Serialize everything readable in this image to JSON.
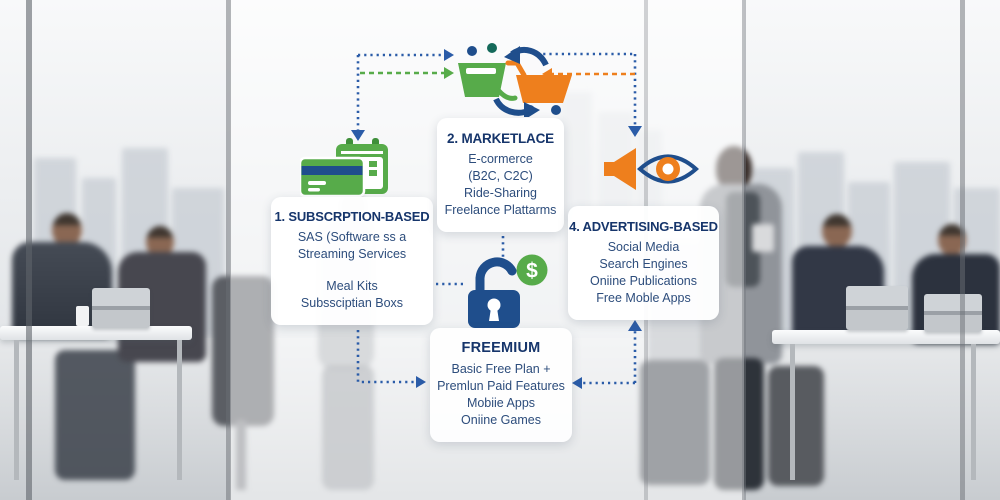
{
  "diagram": {
    "boxes": [
      {
        "id": "subscription",
        "title": "1. SUBSCRPTION-BASED",
        "lines": [
          "SAS (Software ss a",
          "Streaming Services",
          "Meal Kits",
          "Subssciptian Boxs"
        ]
      },
      {
        "id": "marketplace",
        "title": "2. MARKETLACE",
        "lines": [
          "E-cormerce",
          "(B2C, C2C)",
          "Ride-Sharing",
          "Freelance Plattarms"
        ]
      },
      {
        "id": "freemium",
        "title": "FREEMIUM",
        "lines": [
          "Basic Free Plan +",
          "Premlun Paid Features",
          "Mobiie Apps",
          "Oniine Games"
        ]
      },
      {
        "id": "advertising",
        "title": "4. ADVERTISING-BASED",
        "lines": [
          "Social Media",
          "Search Engines",
          "Oniine Publications",
          "Free Moble Apps"
        ]
      }
    ],
    "icons": {
      "exchange": [
        "shopping-basket-icon",
        "shopping-cart-icon",
        "swap-arrows-icon"
      ],
      "subscription": "credit-card-calendar-icon",
      "freemium": "lock-dollar-icon",
      "advertising": "megaphone-eye-icon",
      "dollar_sign": "$"
    },
    "colors": {
      "navy_text": "#16356b",
      "connector_blue": "#2b5ca8",
      "green": "#57ab4a",
      "orange": "#ee7f1d"
    }
  },
  "background": {
    "description": "blurred bright office with people at desks, standing figures and city skyline through windows"
  }
}
